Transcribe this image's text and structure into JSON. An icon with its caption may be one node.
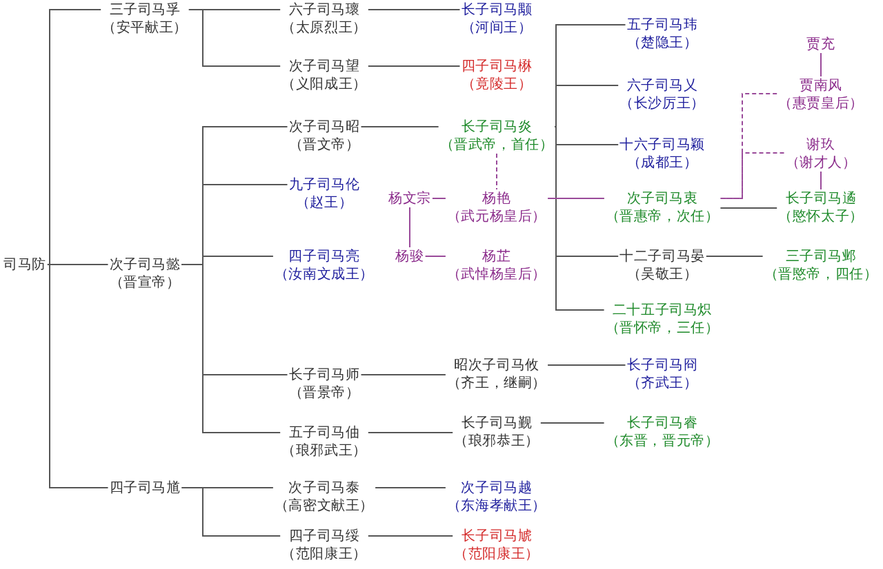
{
  "diagram": {
    "nodes": [
      {
        "text": [
          "司马防"
        ]
      },
      {
        "text": [
          "三子司马孚",
          "（安平献王）"
        ]
      },
      {
        "text": [
          "次子司马懿",
          "（晋宣帝）"
        ]
      },
      {
        "text": [
          "四子司马馗"
        ]
      },
      {
        "text": [
          "六子司马瓌",
          "（太原烈王）"
        ]
      },
      {
        "text": [
          "次子司马望",
          "（义阳成王）"
        ]
      },
      {
        "text": [
          "次子司马昭",
          "（晋文帝）"
        ]
      },
      {
        "text": [
          "九子司马伦",
          "（赵王）"
        ]
      },
      {
        "text": [
          "四子司马亮",
          "（汝南文成王）"
        ]
      },
      {
        "text": [
          "长子司马师",
          "（晋景帝）"
        ]
      },
      {
        "text": [
          "五子司马伷",
          "（琅邪武王）"
        ]
      },
      {
        "text": [
          "次子司马泰",
          "（高密文献王）"
        ]
      },
      {
        "text": [
          "四子司马绥",
          "（范阳康王）"
        ]
      },
      {
        "text": [
          "长子司马颙",
          "（河间王）"
        ]
      },
      {
        "text": [
          "四子司马楙",
          "（竟陵王）"
        ]
      },
      {
        "text": [
          "长子司马炎",
          "（晋武帝，首任）"
        ]
      },
      {
        "text": [
          "杨文宗"
        ]
      },
      {
        "text": [
          "杨骏"
        ]
      },
      {
        "text": [
          "杨艳",
          "（武元杨皇后）"
        ]
      },
      {
        "text": [
          "杨芷",
          "（武悼杨皇后）"
        ]
      },
      {
        "text": [
          "昭次子司马攸",
          "（齐王，继嗣）"
        ]
      },
      {
        "text": [
          "长子司马觐",
          "（琅邪恭王）"
        ]
      },
      {
        "text": [
          "次子司马越",
          "（东海孝献王）"
        ]
      },
      {
        "text": [
          "长子司马虓",
          "（范阳康王）"
        ]
      },
      {
        "text": [
          "五子司马玮",
          "（楚隐王）"
        ]
      },
      {
        "text": [
          "六子司马乂",
          "（长沙厉王）"
        ]
      },
      {
        "text": [
          "十六子司马颖",
          "（成都王）"
        ]
      },
      {
        "text": [
          "次子司马衷",
          "（晋惠帝，次任）"
        ]
      },
      {
        "text": [
          "十二子司马晏",
          "（吴敬王）"
        ]
      },
      {
        "text": [
          "二十五子司马炽",
          "（晋怀帝，三任）"
        ]
      },
      {
        "text": [
          "长子司马冏",
          "（齐武王）"
        ]
      },
      {
        "text": [
          "长子司马睿",
          "（东晋，晋元帝）"
        ]
      },
      {
        "text": [
          "贾充"
        ]
      },
      {
        "text": [
          "贾南风",
          "（惠贾皇后）"
        ]
      },
      {
        "text": [
          "谢玖",
          "（谢才人）"
        ]
      },
      {
        "text": [
          "长子司马遹",
          "（愍怀太子）"
        ]
      },
      {
        "text": [
          "三子司马邺",
          "（晋愍帝，四任）"
        ]
      }
    ],
    "edges": [
      {
        "from": 0,
        "to": 1,
        "arrow": "none"
      },
      {
        "from": 0,
        "to": 2,
        "arrow": "none"
      },
      {
        "from": 0,
        "to": 3,
        "arrow": "none"
      },
      {
        "from": 1,
        "to": 4,
        "arrow": "none"
      },
      {
        "from": 1,
        "to": 5,
        "arrow": "none"
      },
      {
        "from": 2,
        "to": 6,
        "arrow": "none"
      },
      {
        "from": 2,
        "to": 7,
        "arrow": "none"
      },
      {
        "from": 2,
        "to": 8,
        "arrow": "none"
      },
      {
        "from": 2,
        "to": 9,
        "arrow": "none"
      },
      {
        "from": 2,
        "to": 10,
        "arrow": "none"
      },
      {
        "from": 3,
        "to": 11,
        "arrow": "none"
      },
      {
        "from": 3,
        "to": 12,
        "arrow": "none"
      },
      {
        "from": 4,
        "to": 13,
        "arrow": "none"
      },
      {
        "from": 5,
        "to": 14,
        "arrow": "none"
      },
      {
        "from": 6,
        "to": 15,
        "arrow": "none"
      },
      {
        "from": 9,
        "to": 20,
        "arrow": "none"
      },
      {
        "from": 10,
        "to": 21,
        "arrow": "none"
      },
      {
        "from": 11,
        "to": 22,
        "arrow": "none"
      },
      {
        "from": 12,
        "to": 23,
        "arrow": "none"
      },
      {
        "from": 15,
        "to": 24,
        "arrow": "none"
      },
      {
        "from": 15,
        "to": 25,
        "arrow": "none"
      },
      {
        "from": 15,
        "to": 26,
        "arrow": "none"
      },
      {
        "from": 15,
        "to": 27,
        "arrow": "none"
      },
      {
        "from": 15,
        "to": 28,
        "arrow": "none"
      },
      {
        "from": 15,
        "to": 29,
        "arrow": "none"
      },
      {
        "from": 27,
        "to": 35,
        "arrow": "none"
      },
      {
        "from": 28,
        "to": 36,
        "arrow": "none"
      },
      {
        "from": 16,
        "to": 17,
        "arrow": "none",
        "color": "#9a4a9a"
      },
      {
        "from": 16,
        "to": 18,
        "arrow": "none",
        "color": "#9a4a9a"
      },
      {
        "from": 17,
        "to": 19,
        "arrow": "none",
        "color": "#9a4a9a"
      },
      {
        "from": 18,
        "to": 27,
        "arrow": "none",
        "color": "#9a4a9a"
      },
      {
        "from": 32,
        "to": 33,
        "arrow": "none",
        "color": "#9a4a9a"
      },
      {
        "from": 34,
        "to": 35,
        "arrow": "none",
        "color": "#9a4a9a"
      },
      {
        "from": 15,
        "to": 18,
        "arrow": "none",
        "style": "dashed",
        "color": "#9a4a9a"
      },
      {
        "from": 33,
        "to": 27,
        "arrow": "none",
        "style": "dashed",
        "color": "#9a4a9a"
      },
      {
        "from": 34,
        "to": 27,
        "arrow": "none",
        "style": "dashed",
        "color": "#9a4a9a"
      },
      {
        "from": 20,
        "to": 30,
        "arrow": "none"
      },
      {
        "from": 21,
        "to": 31,
        "arrow": "none"
      }
    ]
  }
}
